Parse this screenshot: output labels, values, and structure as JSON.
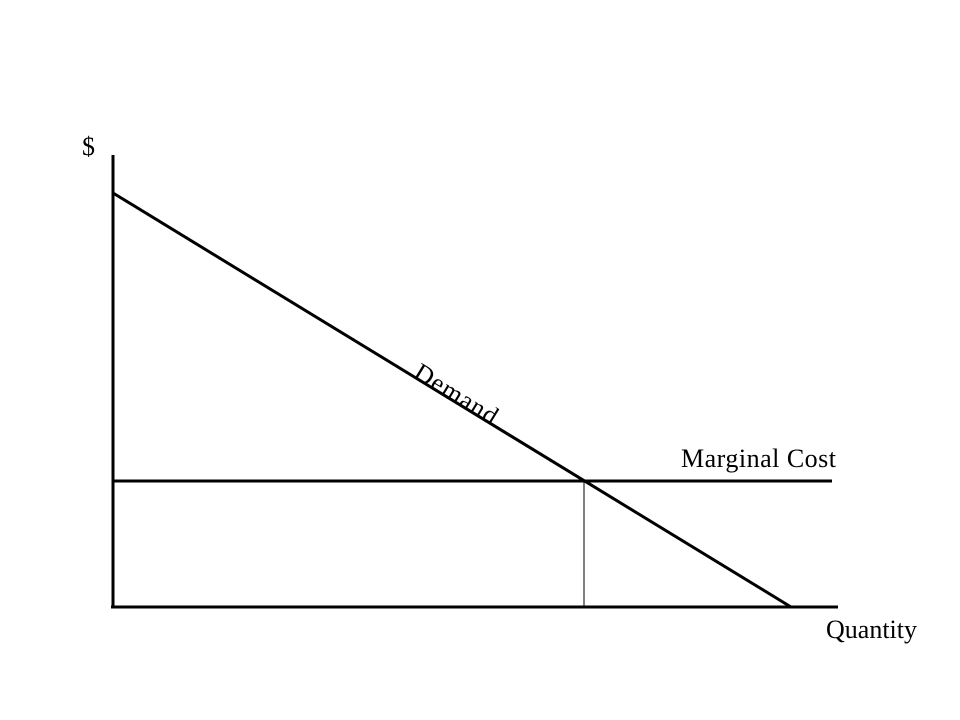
{
  "diagram": {
    "y_axis_label": "$",
    "x_axis_label": "Quantity",
    "demand_label": "Demand",
    "marginal_cost_label": "Marginal Cost",
    "line_color": "#000000",
    "background_color": "#ffffff"
  }
}
